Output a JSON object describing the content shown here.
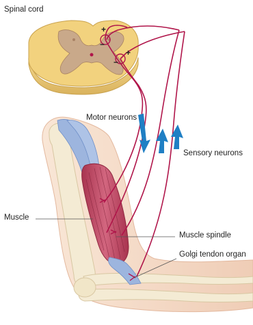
{
  "labels": {
    "spinal_cord": "Spinal cord",
    "motor_neurons": "Motor neurons",
    "sensory_neurons": "Sensory neurons",
    "muscle": "Muscle",
    "muscle_spindle": "Muscle spindle",
    "golgi_tendon_organ": "Golgi tendon organ"
  },
  "synapse_signs": {
    "plus_upper": "+",
    "minus_upper": "−",
    "plus_lower": "+",
    "minus_lower": "−"
  },
  "colors": {
    "spinal_white_matter": "#f2d27e",
    "spinal_gray_matter": "#c9a98a",
    "neuron": "#b0154a",
    "arrow": "#1f7fc4",
    "skin": "#f5dcc8",
    "muscle": "#c8546e",
    "tendon": "#9cb5dd",
    "bone": "#f3ead2"
  }
}
